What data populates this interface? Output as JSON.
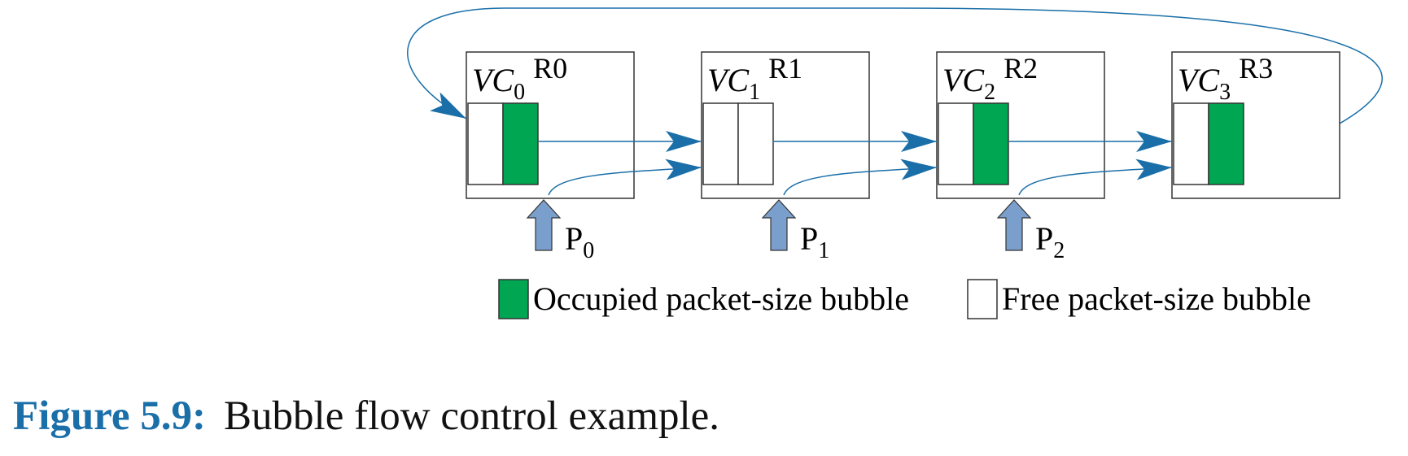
{
  "routers": [
    {
      "vc_base": "VC",
      "vc_sub": "0",
      "name": "R0",
      "slots": [
        "free",
        "occupied"
      ]
    },
    {
      "vc_base": "VC",
      "vc_sub": "1",
      "name": "R1",
      "slots": [
        "free",
        "free"
      ]
    },
    {
      "vc_base": "VC",
      "vc_sub": "2",
      "name": "R2",
      "slots": [
        "free",
        "occupied"
      ]
    },
    {
      "vc_base": "VC",
      "vc_sub": "3",
      "name": "R3",
      "slots": [
        "free",
        "occupied"
      ]
    }
  ],
  "injections": [
    {
      "base": "P",
      "sub": "0"
    },
    {
      "base": "P",
      "sub": "1"
    },
    {
      "base": "P",
      "sub": "2"
    }
  ],
  "legend": {
    "occupied": "Occupied packet-size bubble",
    "free": "Free packet-size bubble"
  },
  "caption": {
    "label": "Figure 5.9:",
    "text": "Bubble flow control example."
  },
  "colors": {
    "occupied": "#00a651",
    "arrow": "#1a6fa8",
    "injection": "#7b9fcc",
    "caption_label": "#1a6fa8",
    "box_stroke": "#333333"
  }
}
